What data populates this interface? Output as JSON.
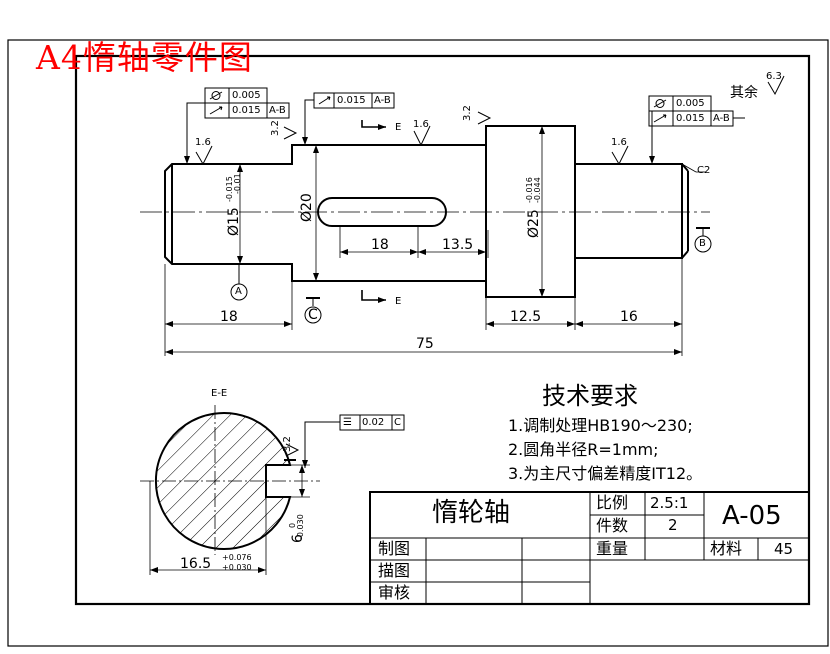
{
  "banner": "A4惰轴零件图",
  "tolerances": {
    "left_circ": "0.005",
    "left_run": "0.015",
    "left_run_ref": "A-B",
    "mid_run": "0.015",
    "mid_run_ref": "A-B",
    "right_circ": "0.005",
    "right_run": "0.015",
    "right_run_ref": "A-B",
    "keyway_sym": "0.02",
    "keyway_sym_ref": "C",
    "sym_symbol": "☰"
  },
  "roughness": {
    "r1": "1.6",
    "r2": "3.2",
    "r3": "1.6",
    "r4": "3.2",
    "r5": "1.6",
    "r6": "3.2",
    "other": "6.3",
    "other_label": "其余"
  },
  "dims": {
    "d15": "Ø15",
    "d15_upper": "-0.015",
    "d15_lower": "-0.01",
    "d20": "Ø20",
    "d25": "Ø25",
    "d25_upper": "-0.016",
    "d25_lower": "-0.044",
    "slot_len": "18",
    "slot_off": "13.5",
    "len_18": "18",
    "len_125": "12.5",
    "len_16": "16",
    "len_75": "75",
    "sec_165": "16.5",
    "sec_165_upper": "+0.076",
    "sec_165_lower": "+0.030",
    "sec_6": "6",
    "sec_6_upper": "0",
    "sec_6_lower": "-0.030"
  },
  "labels": {
    "chamfer": "C2",
    "datum_a": "A",
    "datum_b": "B",
    "datum_c": "C",
    "section_e": "E",
    "section_title": "E-E"
  },
  "tech": {
    "title": "技术要求",
    "items": [
      "1.调制处理HB190～230;",
      "2.圆角半径R=1mm;",
      "3.为主尺寸偏差精度IT12。"
    ]
  },
  "title_block": {
    "part_name": "惰轮轴",
    "scale_label": "比例",
    "scale": "2.5:1",
    "qty_label": "件数",
    "qty": "2",
    "weight_label": "重量",
    "material_label": "材料",
    "material": "45",
    "drawing_no": "A-05",
    "drawn": "制图",
    "traced": "描图",
    "checked": "审核"
  }
}
